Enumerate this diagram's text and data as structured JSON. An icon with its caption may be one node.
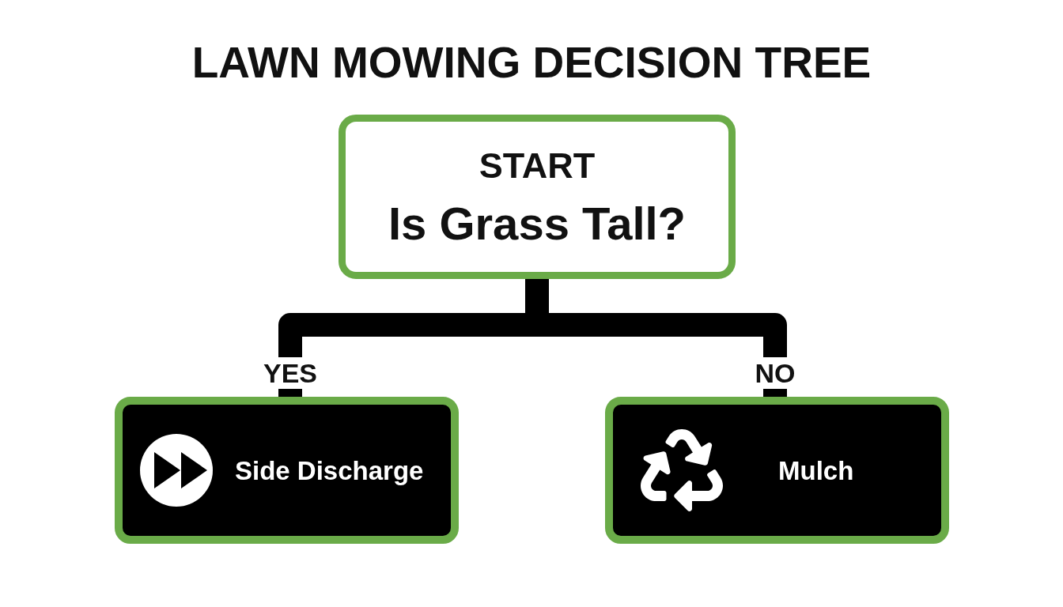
{
  "diagram": {
    "title": "LAWN MOWING DECISION TREE",
    "nodes": [
      {
        "text": [
          "START",
          "Is Grass Tall?"
        ]
      },
      {
        "text": [
          "Side Discharge"
        ]
      },
      {
        "text": [
          "Mulch"
        ]
      }
    ],
    "edges": [
      {
        "from": 0,
        "to": 1,
        "arrow": "none",
        "label": "YES"
      },
      {
        "from": 0,
        "to": 2,
        "arrow": "none",
        "label": "NO"
      }
    ]
  }
}
